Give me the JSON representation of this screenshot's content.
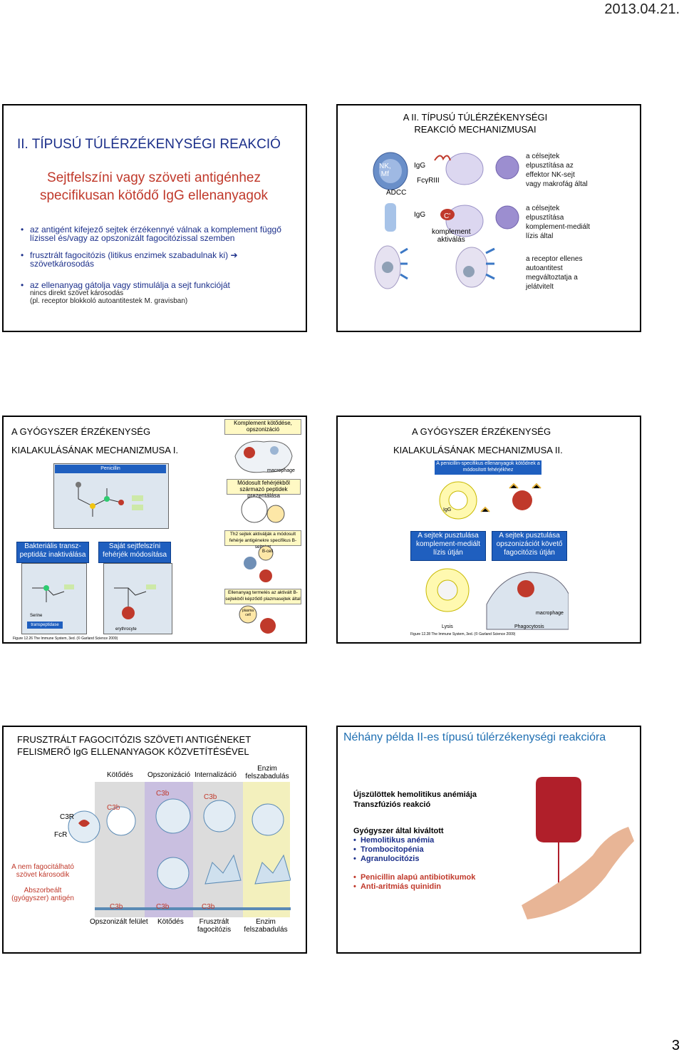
{
  "date": "2013.04.21.",
  "page_number": "3",
  "slide1": {
    "title": "II. TÍPUSÚ TÚLÉRZÉKENYSÉGI REAKCIÓ",
    "subtitle_line1": "Sejtfelszíni vagy szöveti antigénhez",
    "subtitle_line2": "specifikusan kötődő IgG ellenanyagok",
    "bullet1_line1": "az antigént kifejező sejtek érzékennyé válnak a komplement függő",
    "bullet1_line2": "lízissel és/vagy az opszonizált fagocitózissal szemben",
    "bullet2_line1": "frusztrált fagocitózis (litikus enzimek szabadulnak ki) ➔",
    "bullet2_line2": "szövetkárosodás",
    "bullet3_line1": "az ellenanyag gátolja vagy stimulálja a sejt funkcióját",
    "bullet3_line2": "nincs direkt szövet károsodás",
    "bullet3_line3": "(pl. receptor blokkoló autoantitestek M. gravisban)"
  },
  "slide2": {
    "title_line1": "A II. TÍPUSÚ TÚLÉRZÉKENYSÉGI",
    "title_line2": "REAKCIÓ MECHANIZMUSAI",
    "nk_label": "NK,",
    "mf_label": "Mf",
    "adcc": "ADCC",
    "igg1": "IgG",
    "fc_label": "FcγRIII",
    "igg2": "IgG",
    "c_label": "C'",
    "komplement1": "komplement",
    "komplement2": "aktiválás",
    "desc1": [
      "a célsejtek",
      "elpusztítása az",
      "effektor NK-sejt",
      "vagy makrofág által"
    ],
    "desc2": [
      "a célsejtek",
      "elpusztítása",
      "komplement-mediált",
      "lízis által"
    ],
    "desc3": [
      "a receptor ellenes",
      "autoantitest",
      "megváltoztatja a",
      "jelátvitelt"
    ]
  },
  "slide3": {
    "title1": "A GYÓGYSZER ÉRZÉKENYSÉG",
    "title2": "KIALAKULÁSÁNAK MECHANIZMUSA I.",
    "box_top": "Komplement kötődése, opszonizáció",
    "box_mid": "Módosult fehérjékből származó peptidek prezentálása",
    "box_th2": "Th2 sejtek aktiválják a módosult fehérje antigénekre specifikus B-sejteket",
    "box_ab": "Ellenanyag termelés az aktivált B-sejtekből képződő plazmasejtek által",
    "penicillin": "Penicillin",
    "blue_left": "Bakteriális transz-peptidáz inaktiválása",
    "blue_right": "Saját sejtfelszíni fehérjék módosítása",
    "serine": "Serine",
    "transpeptidase": "transpeptidase",
    "erythrocyte": "erythrocyte",
    "macrophage": "macrophage",
    "bcell": "B-cell",
    "plasma": "plasma cell",
    "figure_caption": "Figure 12.26 The Immune System, 3ed. (© Garland Science 2009)"
  },
  "slide4": {
    "title1": "A GYÓGYSZER ÉRZÉKENYSÉG",
    "title2": "KIALAKULÁSÁNAK MECHANIZMUSA II.",
    "box_top": "A penicillin-specifikus ellenanyagok kötődnek a módosított fehérjékhez",
    "igg": "IgG",
    "blue_left": "A sejtek pusztulása komplement-mediált lízis útján",
    "blue_right": "A sejtek pusztulása opszonizációt követő fagocitózis útján",
    "macrophage": "macrophage",
    "lysis": "Lysis",
    "phagocytosis": "Phagocytosis",
    "figure_caption": "Figure 12.28 The Immune System, 3ed. (© Garland Science 2009)"
  },
  "slide5": {
    "title_line1": "FRUSZTRÁLT FAGOCITÓZIS SZÖVETI ANTIGÉNEKET",
    "title_line2": "FELISMERŐ IgG ELLENANYAGOK KÖZVETÍTÉSÉVEL",
    "col_top": [
      "Kötődés",
      "Opszonizáció",
      "Internalizáció",
      "Enzim felszabadulás"
    ],
    "col_bottom": [
      "Opszonizált felület",
      "Kötődés",
      "Frusztrált fagocitózis",
      "Enzim felszabadulás"
    ],
    "c3r": "C3R",
    "fcr": "FcR",
    "c3b": "C3b",
    "left_red1": "A nem fagocitálható szövet károsodik",
    "left_red2": "Abszorbeált (gyógyszer) antigén"
  },
  "slide6": {
    "title": "Néhány példa II-es típusú túlérzékenységi reakcióra",
    "line1": "Újszülöttek hemolitikus anémiája",
    "line2": "Transzfúziós reakció",
    "drug_header": "Gyógyszer által kiváltott",
    "drug_items": [
      "Hemolitikus anémia",
      "Trombocitopénia",
      "Agranulocitózis"
    ],
    "drug_items2": [
      "Penicillin alapú antibiotikumok",
      "Anti-aritmiás quinidin"
    ]
  },
  "colors": {
    "title_blue": "#1b2f8a",
    "subtitle_red": "#c0392b",
    "box_blue": "#1f5fbf",
    "box_yellow": "#fff9c4"
  }
}
